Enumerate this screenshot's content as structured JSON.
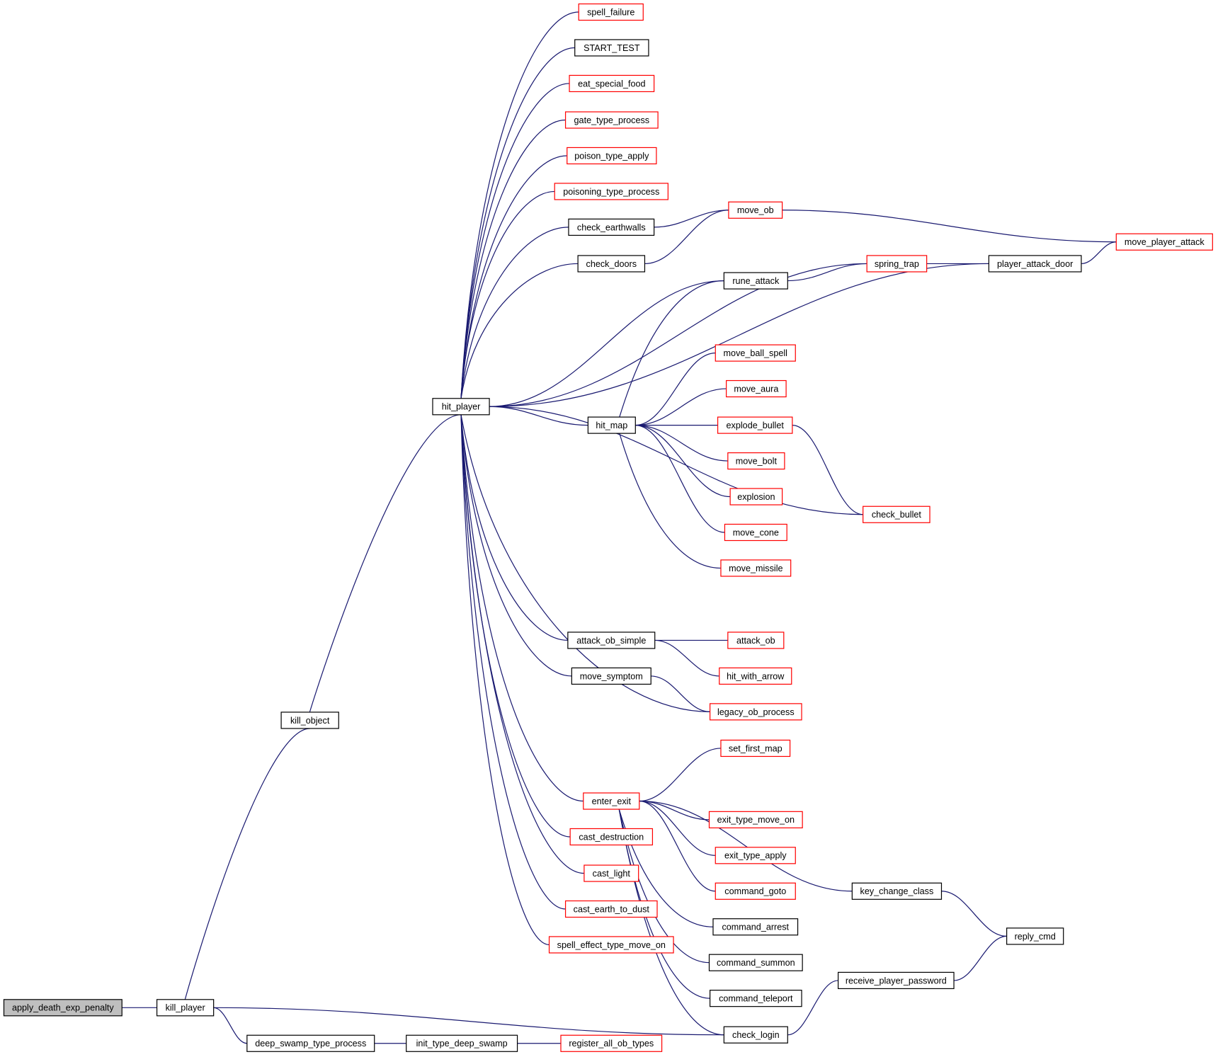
{
  "colors": {
    "edge": "#191970",
    "red_border": "#ff0000",
    "black_border": "#000000",
    "highlight_fill": "#bfbfbf"
  },
  "nodes": [
    {
      "id": "apply_death_exp_penalty",
      "label": "apply_death_exp_penalty",
      "style": "highlight"
    },
    {
      "id": "kill_player",
      "label": "kill_player",
      "style": "black"
    },
    {
      "id": "kill_object",
      "label": "kill_object",
      "style": "black"
    },
    {
      "id": "deep_swamp_type_process",
      "label": "deep_swamp_type_process",
      "style": "black"
    },
    {
      "id": "init_type_deep_swamp",
      "label": "init_type_deep_swamp",
      "style": "black"
    },
    {
      "id": "register_all_ob_types",
      "label": "register_all_ob_types",
      "style": "red"
    },
    {
      "id": "hit_player",
      "label": "hit_player",
      "style": "black"
    },
    {
      "id": "spell_failure",
      "label": "spell_failure",
      "style": "red"
    },
    {
      "id": "START_TEST",
      "label": "START_TEST",
      "style": "black"
    },
    {
      "id": "eat_special_food",
      "label": "eat_special_food",
      "style": "red"
    },
    {
      "id": "gate_type_process",
      "label": "gate_type_process",
      "style": "red"
    },
    {
      "id": "poison_type_apply",
      "label": "poison_type_apply",
      "style": "red"
    },
    {
      "id": "poisoning_type_process",
      "label": "poisoning_type_process",
      "style": "red"
    },
    {
      "id": "check_earthwalls",
      "label": "check_earthwalls",
      "style": "black"
    },
    {
      "id": "check_doors",
      "label": "check_doors",
      "style": "black"
    },
    {
      "id": "hit_map",
      "label": "hit_map",
      "style": "black"
    },
    {
      "id": "attack_ob_simple",
      "label": "attack_ob_simple",
      "style": "black"
    },
    {
      "id": "move_symptom",
      "label": "move_symptom",
      "style": "black"
    },
    {
      "id": "enter_exit",
      "label": "enter_exit",
      "style": "red"
    },
    {
      "id": "cast_destruction",
      "label": "cast_destruction",
      "style": "red"
    },
    {
      "id": "cast_light",
      "label": "cast_light",
      "style": "red"
    },
    {
      "id": "cast_earth_to_dust",
      "label": "cast_earth_to_dust",
      "style": "red"
    },
    {
      "id": "spell_effect_type_move_on",
      "label": "spell_effect_type_move_on",
      "style": "red"
    },
    {
      "id": "move_ob",
      "label": "move_ob",
      "style": "red"
    },
    {
      "id": "rune_attack",
      "label": "rune_attack",
      "style": "black"
    },
    {
      "id": "move_ball_spell",
      "label": "move_ball_spell",
      "style": "red"
    },
    {
      "id": "move_aura",
      "label": "move_aura",
      "style": "red"
    },
    {
      "id": "explode_bullet",
      "label": "explode_bullet",
      "style": "red"
    },
    {
      "id": "move_bolt",
      "label": "move_bolt",
      "style": "red"
    },
    {
      "id": "explosion",
      "label": "explosion",
      "style": "red"
    },
    {
      "id": "move_cone",
      "label": "move_cone",
      "style": "red"
    },
    {
      "id": "move_missile",
      "label": "move_missile",
      "style": "red"
    },
    {
      "id": "attack_ob",
      "label": "attack_ob",
      "style": "red"
    },
    {
      "id": "hit_with_arrow",
      "label": "hit_with_arrow",
      "style": "red"
    },
    {
      "id": "legacy_ob_process",
      "label": "legacy_ob_process",
      "style": "red"
    },
    {
      "id": "set_first_map",
      "label": "set_first_map",
      "style": "red"
    },
    {
      "id": "exit_type_move_on",
      "label": "exit_type_move_on",
      "style": "red"
    },
    {
      "id": "exit_type_apply",
      "label": "exit_type_apply",
      "style": "red"
    },
    {
      "id": "command_goto",
      "label": "command_goto",
      "style": "red"
    },
    {
      "id": "command_arrest",
      "label": "command_arrest",
      "style": "black"
    },
    {
      "id": "command_summon",
      "label": "command_summon",
      "style": "black"
    },
    {
      "id": "command_teleport",
      "label": "command_teleport",
      "style": "black"
    },
    {
      "id": "check_login",
      "label": "check_login",
      "style": "black"
    },
    {
      "id": "spring_trap",
      "label": "spring_trap",
      "style": "red"
    },
    {
      "id": "player_attack_door",
      "label": "player_attack_door",
      "style": "black"
    },
    {
      "id": "move_player_attack",
      "label": "move_player_attack",
      "style": "red"
    },
    {
      "id": "check_bullet",
      "label": "check_bullet",
      "style": "red"
    },
    {
      "id": "key_change_class",
      "label": "key_change_class",
      "style": "black"
    },
    {
      "id": "receive_player_password",
      "label": "receive_player_password",
      "style": "black"
    },
    {
      "id": "reply_cmd",
      "label": "reply_cmd",
      "style": "black"
    }
  ],
  "edges": [
    [
      "kill_player",
      "apply_death_exp_penalty"
    ],
    [
      "kill_object",
      "kill_player"
    ],
    [
      "deep_swamp_type_process",
      "kill_player"
    ],
    [
      "check_login",
      "kill_player"
    ],
    [
      "init_type_deep_swamp",
      "deep_swamp_type_process"
    ],
    [
      "register_all_ob_types",
      "init_type_deep_swamp"
    ],
    [
      "hit_player",
      "kill_object"
    ],
    [
      "spell_failure",
      "hit_player"
    ],
    [
      "START_TEST",
      "hit_player"
    ],
    [
      "eat_special_food",
      "hit_player"
    ],
    [
      "gate_type_process",
      "hit_player"
    ],
    [
      "poison_type_apply",
      "hit_player"
    ],
    [
      "poisoning_type_process",
      "hit_player"
    ],
    [
      "check_earthwalls",
      "hit_player"
    ],
    [
      "check_doors",
      "hit_player"
    ],
    [
      "spring_trap",
      "hit_player"
    ],
    [
      "rune_attack",
      "hit_player"
    ],
    [
      "player_attack_door",
      "hit_player"
    ],
    [
      "hit_map",
      "hit_player"
    ],
    [
      "check_bullet",
      "hit_player"
    ],
    [
      "attack_ob_simple",
      "hit_player"
    ],
    [
      "move_symptom",
      "hit_player"
    ],
    [
      "legacy_ob_process",
      "hit_player"
    ],
    [
      "enter_exit",
      "hit_player"
    ],
    [
      "cast_destruction",
      "hit_player"
    ],
    [
      "cast_light",
      "hit_player"
    ],
    [
      "cast_earth_to_dust",
      "hit_player"
    ],
    [
      "spell_effect_type_move_on",
      "hit_player"
    ],
    [
      "move_ob",
      "check_earthwalls"
    ],
    [
      "move_ob",
      "check_doors"
    ],
    [
      "move_player_attack",
      "move_ob"
    ],
    [
      "player_attack_door",
      "spring_trap"
    ],
    [
      "spring_trap",
      "rune_attack"
    ],
    [
      "move_player_attack",
      "player_attack_door"
    ],
    [
      "rune_attack",
      "hit_map"
    ],
    [
      "move_ball_spell",
      "hit_map"
    ],
    [
      "move_aura",
      "hit_map"
    ],
    [
      "explode_bullet",
      "hit_map"
    ],
    [
      "move_bolt",
      "hit_map"
    ],
    [
      "explosion",
      "hit_map"
    ],
    [
      "move_cone",
      "hit_map"
    ],
    [
      "move_missile",
      "hit_map"
    ],
    [
      "check_bullet",
      "explode_bullet"
    ],
    [
      "attack_ob",
      "attack_ob_simple"
    ],
    [
      "hit_with_arrow",
      "attack_ob_simple"
    ],
    [
      "legacy_ob_process",
      "move_symptom"
    ],
    [
      "set_first_map",
      "enter_exit"
    ],
    [
      "key_change_class",
      "enter_exit"
    ],
    [
      "exit_type_move_on",
      "enter_exit"
    ],
    [
      "exit_type_apply",
      "enter_exit"
    ],
    [
      "command_goto",
      "enter_exit"
    ],
    [
      "command_arrest",
      "enter_exit"
    ],
    [
      "command_summon",
      "enter_exit"
    ],
    [
      "command_teleport",
      "enter_exit"
    ],
    [
      "check_login",
      "enter_exit"
    ],
    [
      "reply_cmd",
      "key_change_class"
    ],
    [
      "reply_cmd",
      "receive_player_password"
    ],
    [
      "receive_player_password",
      "check_login"
    ]
  ]
}
